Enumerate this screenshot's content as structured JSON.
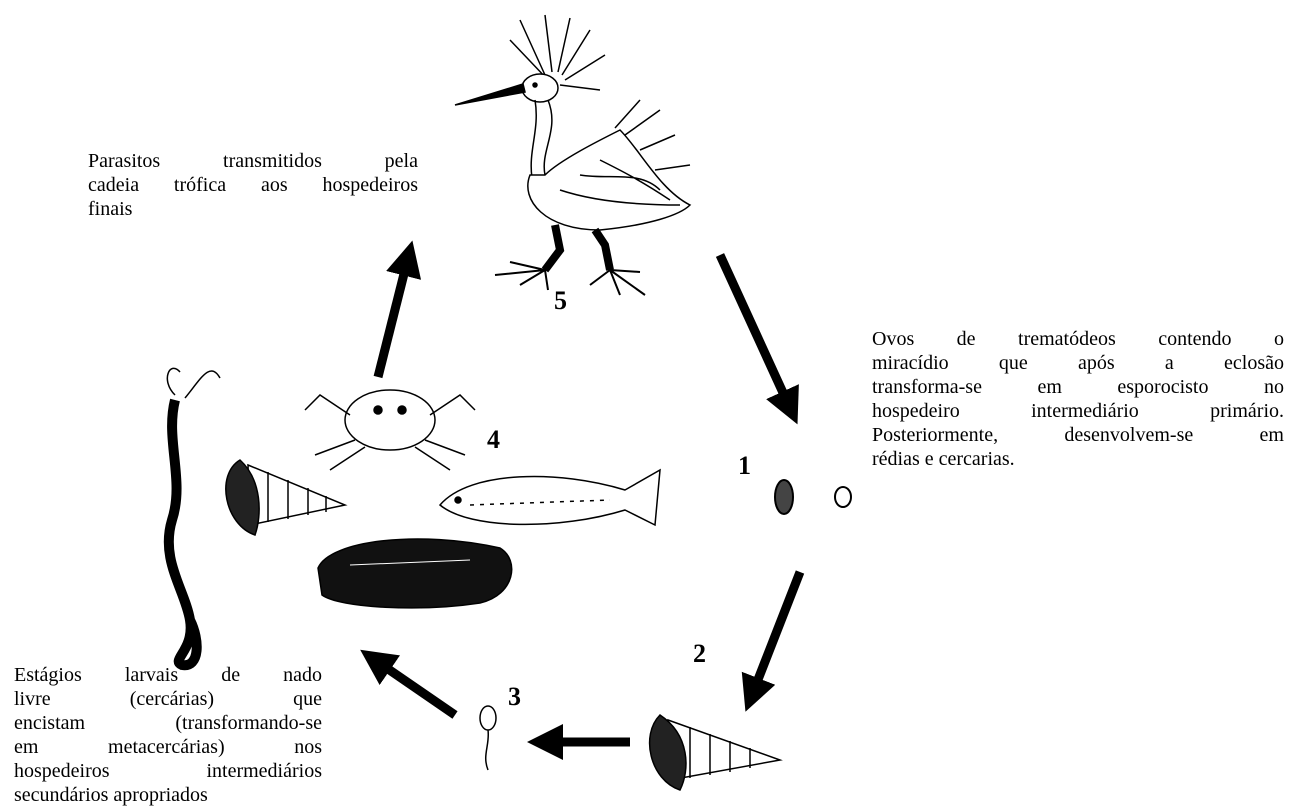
{
  "stages": [
    {
      "number": "1",
      "icon": "trematode-eggs-icon"
    },
    {
      "number": "2",
      "icon": "snail-icon"
    },
    {
      "number": "3",
      "icon": "cercaria-icon"
    },
    {
      "number": "4",
      "icon": "secondary-hosts-icon"
    },
    {
      "number": "5",
      "icon": "egret-bird-icon"
    }
  ],
  "captions": {
    "top_left": [
      "Parasitos transmitidos pela",
      "cadeia trófica aos hospedeiros",
      "finais"
    ],
    "right": [
      "Ovos de trematódeos contendo o",
      "miracídio que após a eclosão",
      "transforma-se em esporocisto no",
      "hospedeiro intermediário primário.",
      "Posteriormente, desenvolvem-se em",
      "rédias e cercarias."
    ],
    "bottom_left": [
      "Estágios larvais de nado",
      "livre (cercárias) que",
      "encistam (transformando-se",
      "em metacercárias) nos",
      "hospedeiros intermediários",
      "secundários apropriados"
    ]
  },
  "colors": {
    "ink": "#000000",
    "background": "#ffffff"
  }
}
